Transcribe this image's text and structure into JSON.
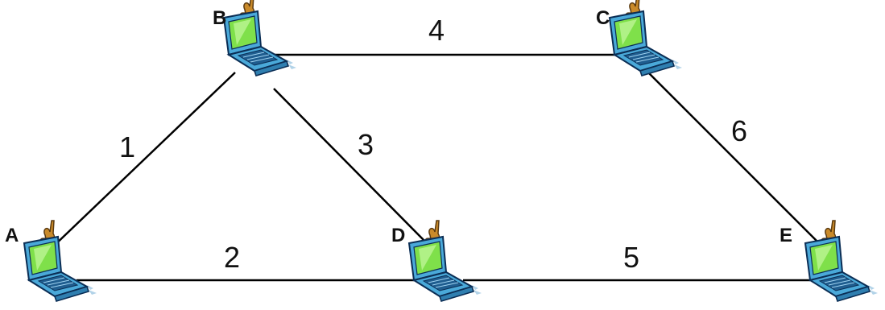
{
  "nodes": [
    {
      "id": "A",
      "label": "A"
    },
    {
      "id": "B",
      "label": "B"
    },
    {
      "id": "C",
      "label": "C"
    },
    {
      "id": "D",
      "label": "D"
    },
    {
      "id": "E",
      "label": "E"
    }
  ],
  "edges": [
    {
      "from": "A",
      "to": "B",
      "label": "1"
    },
    {
      "from": "A",
      "to": "D",
      "label": "2"
    },
    {
      "from": "B",
      "to": "D",
      "label": "3"
    },
    {
      "from": "B",
      "to": "C",
      "label": "4"
    },
    {
      "from": "D",
      "to": "E",
      "label": "5"
    },
    {
      "from": "C",
      "to": "E",
      "label": "6"
    }
  ],
  "icon": "laptop-wireless-icon",
  "colors": {
    "laptop_body": "#4aa9d9",
    "laptop_outline": "#0b2e55",
    "screen": "#7fe04a",
    "screen_highlight": "#d8ffb8",
    "antenna": "#c98a2a",
    "antenna_dark": "#5a3a10",
    "line": "#000000"
  }
}
